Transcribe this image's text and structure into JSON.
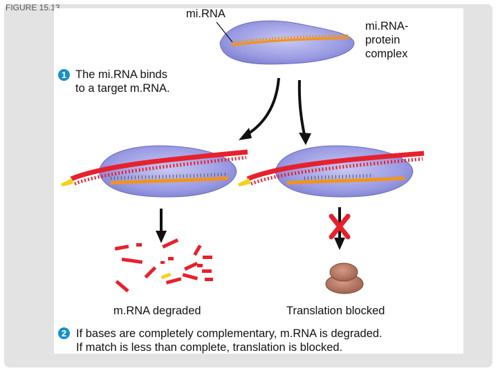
{
  "figure_label": "FIGURE 15.13",
  "labels": {
    "mirna": "mi.RNA",
    "complex": "mi.RNA-\nprotein\ncomplex",
    "degraded": "m.RNA degraded",
    "blocked": "Translation blocked"
  },
  "steps": [
    {
      "number": "1",
      "text": "The mi.RNA binds\nto a target m.RNA."
    },
    {
      "number": "2",
      "text": "If bases are completely complementary, m.RNA is degraded.\nIf match is less than complete, translation is blocked."
    }
  ],
  "colors": {
    "protein": "#9a9be3",
    "mirna": "#f2931c",
    "mrna": "#e8202d",
    "cap": "#f3d21a",
    "arrow": "#111111",
    "blocked_x": "#e8202d",
    "ribosome": "#b97a66",
    "step_badge": "#1a8fc6"
  }
}
